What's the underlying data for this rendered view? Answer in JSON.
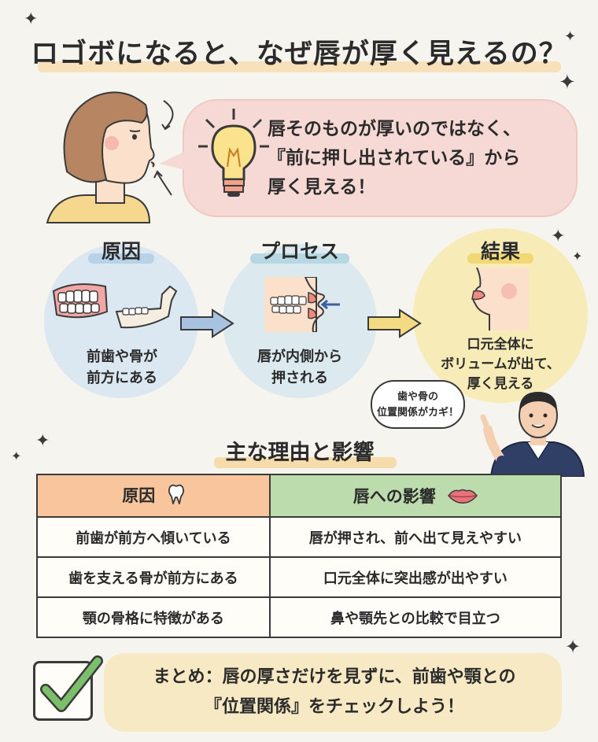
{
  "title": "ロゴボになると、なぜ唇が厚く見えるの？",
  "intro": {
    "line1": "唇そのものが厚いのではなく、",
    "line2": "『前に押し出されている』から",
    "line3": "厚く見える！"
  },
  "steps": [
    {
      "title": "原因",
      "line1": "前歯や骨が",
      "line2": "前方にある"
    },
    {
      "title": "プロセス",
      "line1": "唇が内側から",
      "line2": "押される"
    },
    {
      "title": "結果",
      "line1": "口元全体に",
      "line2": "ボリュームが出て、",
      "line3": "厚く見える"
    }
  ],
  "doctor_speech": {
    "line1": "歯や骨の",
    "line2": "位置関係がカギ！"
  },
  "section_title": "主な理由と影響",
  "table": {
    "headers": [
      "原因",
      "唇への影響"
    ],
    "rows": [
      [
        "前歯が前方へ傾いている",
        "唇が押され、前へ出て見えやすい"
      ],
      [
        "歯を支える骨が前方にある",
        "口元全体に突出感が出やすい"
      ],
      [
        "顎の骨格に特徴がある",
        "鼻や顎先との比較で目立つ"
      ]
    ]
  },
  "summary": {
    "line1": "まとめ：唇の厚さだけを見ずに、前歯や顎との",
    "line2": "『位置関係』をチェックしよう！"
  },
  "colors": {
    "background": "#f6f4ef",
    "intro_bubble": "#f6d9d4",
    "cause_circle": "#dbe7f1",
    "result_circle": "#f7ebb8",
    "cause_header": "#f8c59c",
    "effect_header": "#bcdcae",
    "summary_box": "#f7e9c3"
  },
  "icons": [
    "sparkle-icon",
    "lightbulb-icon",
    "tooth-icon",
    "lips-icon",
    "check-icon",
    "arrow-right-icon"
  ]
}
